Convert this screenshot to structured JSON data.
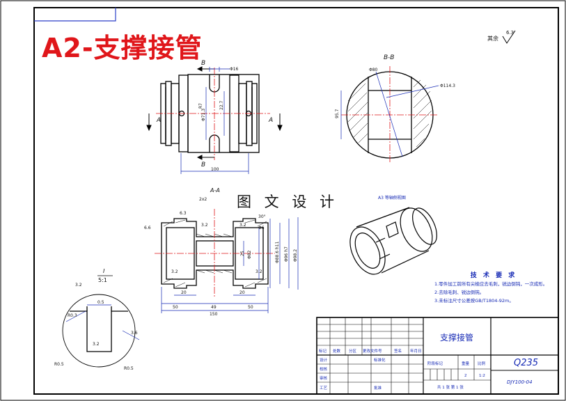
{
  "drawing": {
    "title": "A2-支撑接管",
    "watermark": "图 文 设 计",
    "roughness_other": "其余",
    "roughness_other_value": "6.3"
  },
  "views": {
    "front_section_label_top": "B",
    "front_section_label_bottom": "B",
    "front_arrow_left": "A",
    "front_arrow_right": "A",
    "bb_title": "B-B",
    "aa_title": "A-A",
    "detail_title": "I",
    "detail_scale": "5:1",
    "iso_caption": "A3 等轴侧视图"
  },
  "dimensions": {
    "front": [
      "Φ16",
      "R7",
      "Φ71.3",
      "22.7",
      "100"
    ],
    "bb": [
      "Φ80",
      "Φ114.3",
      "95.7"
    ],
    "aa": [
      "2x2",
      "6.3",
      "3.2",
      "6.6",
      "3.2",
      "Φ6",
      "30°",
      "25",
      "Φ82",
      "Φ88.6 h11",
      "Φ96 h7",
      "Φ98.2",
      "3.2",
      "3.2",
      "20",
      "20",
      "50",
      "49",
      "50",
      "150"
    ],
    "detail": [
      "3.2",
      "R0.3",
      "0.5",
      "3.2",
      "3.6",
      "R0.5",
      "R0.5"
    ]
  },
  "tech_requirements": {
    "heading": "技 术 要 求",
    "items": [
      "1.零件加工前所有尖棱应去毛刺，锐边倒钝，一次成形。",
      "2.去除毛刺、锐边倒钝。",
      "3.未标注尺寸公差按GB/T1804-92m。"
    ]
  },
  "title_block": {
    "part_name": "支撑接管",
    "material": "Q235",
    "drawing_no": "DJY100-04",
    "row_labels": [
      "标记",
      "处数",
      "分区",
      "更改文件号",
      "签名",
      "年月日"
    ],
    "left_labels": [
      "设计",
      "校核",
      "审核",
      "工艺"
    ],
    "standardization": "标准化",
    "mid_labels": [
      "批准"
    ],
    "stage_header": "阶段标记",
    "weight_header": "重量",
    "scale_header": "比例",
    "weight_value": "2",
    "scale_value": "1:2",
    "sheet_text": "共 1 张  第 1 张"
  }
}
